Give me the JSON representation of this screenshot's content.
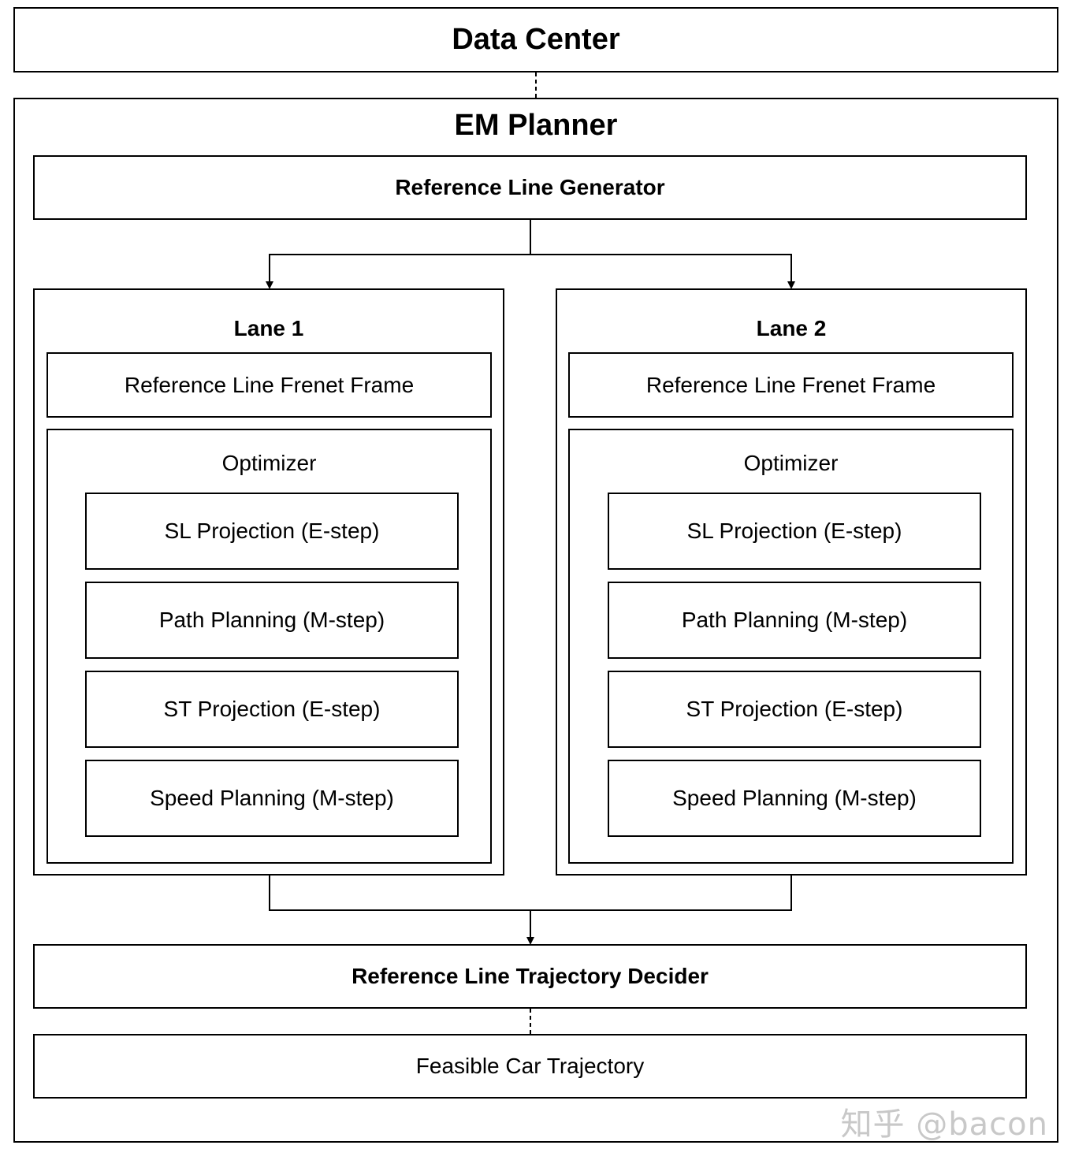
{
  "data_center": {
    "title": "Data Center"
  },
  "em_planner": {
    "title": "EM Planner",
    "reference_line_generator": "Reference Line Generator",
    "lanes": [
      {
        "title": "Lane 1",
        "frenet_frame": "Reference Line Frenet Frame",
        "optimizer": {
          "title": "Optimizer",
          "steps": [
            "SL Projection (E-step)",
            "Path Planning (M-step)",
            "ST Projection (E-step)",
            "Speed Planning (M-step)"
          ]
        }
      },
      {
        "title": "Lane 2",
        "frenet_frame": "Reference Line Frenet Frame",
        "optimizer": {
          "title": "Optimizer",
          "steps": [
            "SL Projection (E-step)",
            "Path Planning (M-step)",
            "ST Projection (E-step)",
            "Speed Planning (M-step)"
          ]
        }
      }
    ],
    "trajectory_decider": "Reference Line Trajectory Decider",
    "feasible_trajectory": "Feasible Car Trajectory"
  },
  "watermark": "知乎 @bacon"
}
